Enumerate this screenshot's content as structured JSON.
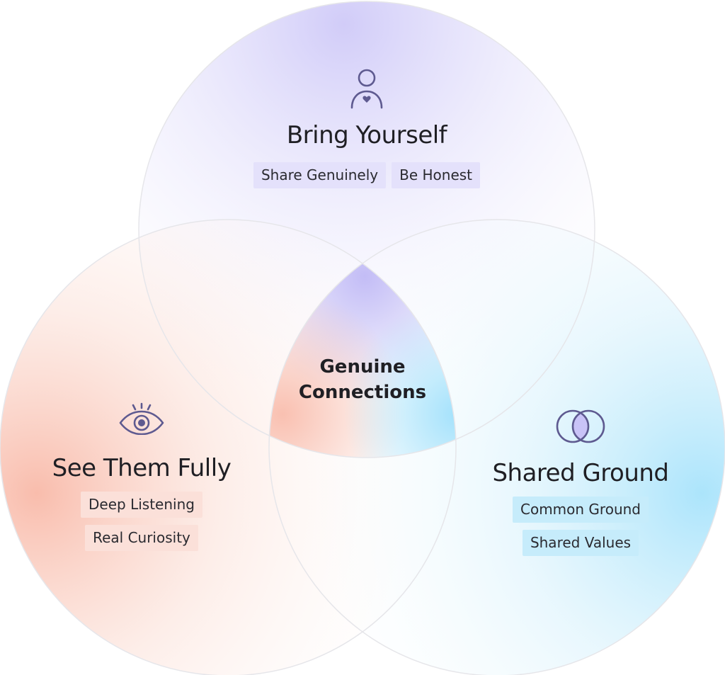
{
  "colors": {
    "purple_tint": "#c9c3f7",
    "coral_tint": "#f8b5a3",
    "cyan_tint": "#a7e3fb",
    "outline": "#e6e6ea",
    "icon_stroke": "#5e5a90",
    "purple_tag": "#e4e1fb",
    "coral_tag": "#fbe0d9",
    "cyan_tag": "#c6ecfb"
  },
  "top": {
    "icon": "person-heart-icon",
    "title": "Bring Yourself",
    "tags": [
      "Share Genuinely",
      "Be Honest"
    ]
  },
  "left": {
    "icon": "eye-icon",
    "title": "See Them Fully",
    "tags": [
      "Deep Listening",
      "Real Curiosity"
    ]
  },
  "right": {
    "icon": "overlapping-circles-icon",
    "title": "Shared Ground",
    "tags": [
      "Common Ground",
      "Shared Values"
    ]
  },
  "center": {
    "line1": "Genuine",
    "line2": "Connections"
  }
}
